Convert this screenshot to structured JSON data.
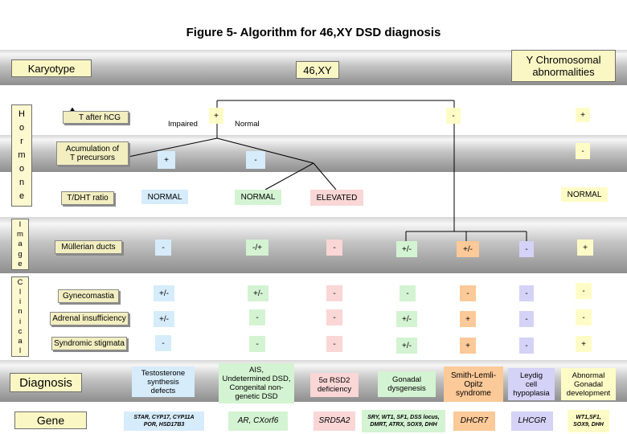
{
  "title": "Figure 5- Algorithm for 46,XY DSD diagnosis",
  "karyotype": {
    "label": "Karyotype",
    "center": "46,XY",
    "right_line1": "Y Chromosomal",
    "right_line2": "abnormalities"
  },
  "sections": {
    "hormone": [
      "H",
      "o",
      "r",
      "m",
      "o",
      "n",
      "e"
    ],
    "image": [
      "I",
      "m",
      "a",
      "g",
      "e"
    ],
    "clinical": [
      "C",
      "l",
      "i",
      "n",
      "i",
      "c",
      "a",
      "l"
    ],
    "diagnosis": "Diagnosis",
    "gene": "Gene"
  },
  "row_labels": {
    "t_after_hcg": "T after hCG",
    "acum_line1": "Acumulation of",
    "acum_line2": "T precursors",
    "tdht": "T/DHT ratio",
    "mullerian": "Müllerian ducts",
    "gynecomastia": "Gynecomastia",
    "adrenal": "Adrenal insufficiency",
    "syndromic": "Syndromic stigmata"
  },
  "branch_labels": {
    "impaired": "Impaired",
    "normal": "Normal"
  },
  "hormone_values": {
    "hcg_left": "+",
    "hcg_mid": "-",
    "hcg_right": "+",
    "acum_1": "+",
    "acum_2": "-",
    "acum_right": "-",
    "tdht_1": "NORMAL",
    "tdht_2": "NORMAL",
    "tdht_3": "ELEVATED",
    "tdht_right": "NORMAL"
  },
  "columns": [
    {
      "mullerian": "-",
      "gyneco": "+/-",
      "adrenal": "+/-",
      "syndromic": "-",
      "diagnosis": [
        "Testosterone",
        "synthesis",
        "defects"
      ],
      "gene": [
        "STAR, CYP17, CYP11A",
        "POR, HSD17B3"
      ]
    },
    {
      "mullerian": "-/+",
      "gyneco": "+/-",
      "adrenal": "-",
      "syndromic": "-",
      "diagnosis": [
        "AIS,",
        "Undetermined DSD,",
        "Congenital non-",
        "genetic DSD"
      ],
      "gene": [
        "AR, CXorf6"
      ]
    },
    {
      "mullerian": "-",
      "gyneco": "-",
      "adrenal": "-",
      "syndromic": "-",
      "diagnosis": [
        "5α RSD2",
        "deficiency"
      ],
      "gene": [
        "SRD5A2"
      ]
    },
    {
      "mullerian": "+/-",
      "gyneco": "-",
      "adrenal": "+/-",
      "syndromic": "+/-",
      "diagnosis": [
        "Gonadal",
        "dysgenesis"
      ],
      "gene": [
        "SRY, WT1, SF1, DSS locus,",
        "DMRT, ATRX, SOX9, DHH"
      ]
    },
    {
      "mullerian": "+/-",
      "gyneco": "-",
      "adrenal": "+",
      "syndromic": "+",
      "diagnosis": [
        "Smith-Lemli-",
        "Opitz",
        "syndrome"
      ],
      "gene": [
        "DHCR7"
      ]
    },
    {
      "mullerian": "-",
      "gyneco": "-",
      "adrenal": "-",
      "syndromic": "-",
      "diagnosis": [
        "Leydig",
        "cell",
        "hypoplasia"
      ],
      "gene": [
        "LHCGR"
      ]
    },
    {
      "mullerian": "+",
      "gyneco": "-",
      "adrenal": "-",
      "syndromic": "+",
      "diagnosis": [
        "Abnormal",
        "Gonadal",
        "development"
      ],
      "gene": [
        "WT1,SF1,",
        "SOX9, DHH"
      ]
    }
  ],
  "colors": {
    "blue": "#d6ecfb",
    "green": "#d4f3d2",
    "pink": "#fad6d6",
    "orange": "#fcc998",
    "purple": "#d4d2f6",
    "yellow": "#fefcc6"
  }
}
